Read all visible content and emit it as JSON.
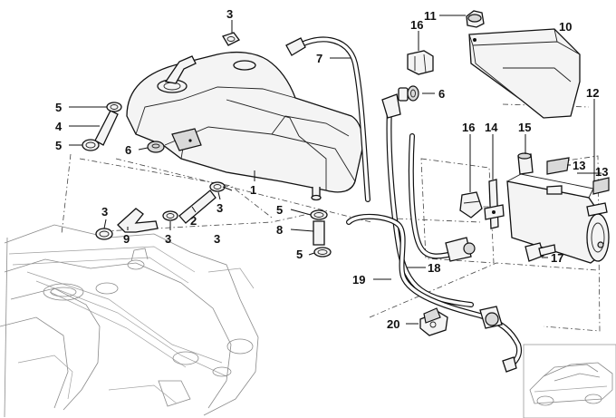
{
  "diagram": {
    "callouts": [
      {
        "id": "c3a",
        "label": "3"
      },
      {
        "id": "c5a",
        "label": "5"
      },
      {
        "id": "c4",
        "label": "4"
      },
      {
        "id": "c5b",
        "label": "5"
      },
      {
        "id": "c6a",
        "label": "6"
      },
      {
        "id": "c7",
        "label": "7"
      },
      {
        "id": "c16a",
        "label": "16"
      },
      {
        "id": "c11",
        "label": "11"
      },
      {
        "id": "c10",
        "label": "10"
      },
      {
        "id": "c6b",
        "label": "6"
      },
      {
        "id": "c12",
        "label": "12"
      },
      {
        "id": "c1",
        "label": "1"
      },
      {
        "id": "c16b",
        "label": "16"
      },
      {
        "id": "c14",
        "label": "14"
      },
      {
        "id": "c15",
        "label": "15"
      },
      {
        "id": "c13a",
        "label": "13"
      },
      {
        "id": "c13b",
        "label": "13"
      },
      {
        "id": "c3b",
        "label": "3"
      },
      {
        "id": "c3c",
        "label": "3"
      },
      {
        "id": "c2",
        "label": "2"
      },
      {
        "id": "c3d",
        "label": "3"
      },
      {
        "id": "c9",
        "label": "9"
      },
      {
        "id": "c3e",
        "label": "3"
      },
      {
        "id": "c5c",
        "label": "5"
      },
      {
        "id": "c8",
        "label": "8"
      },
      {
        "id": "c5d",
        "label": "5"
      },
      {
        "id": "c18",
        "label": "18"
      },
      {
        "id": "c19",
        "label": "19"
      },
      {
        "id": "c17",
        "label": "17"
      },
      {
        "id": "c20",
        "label": "20"
      }
    ]
  }
}
